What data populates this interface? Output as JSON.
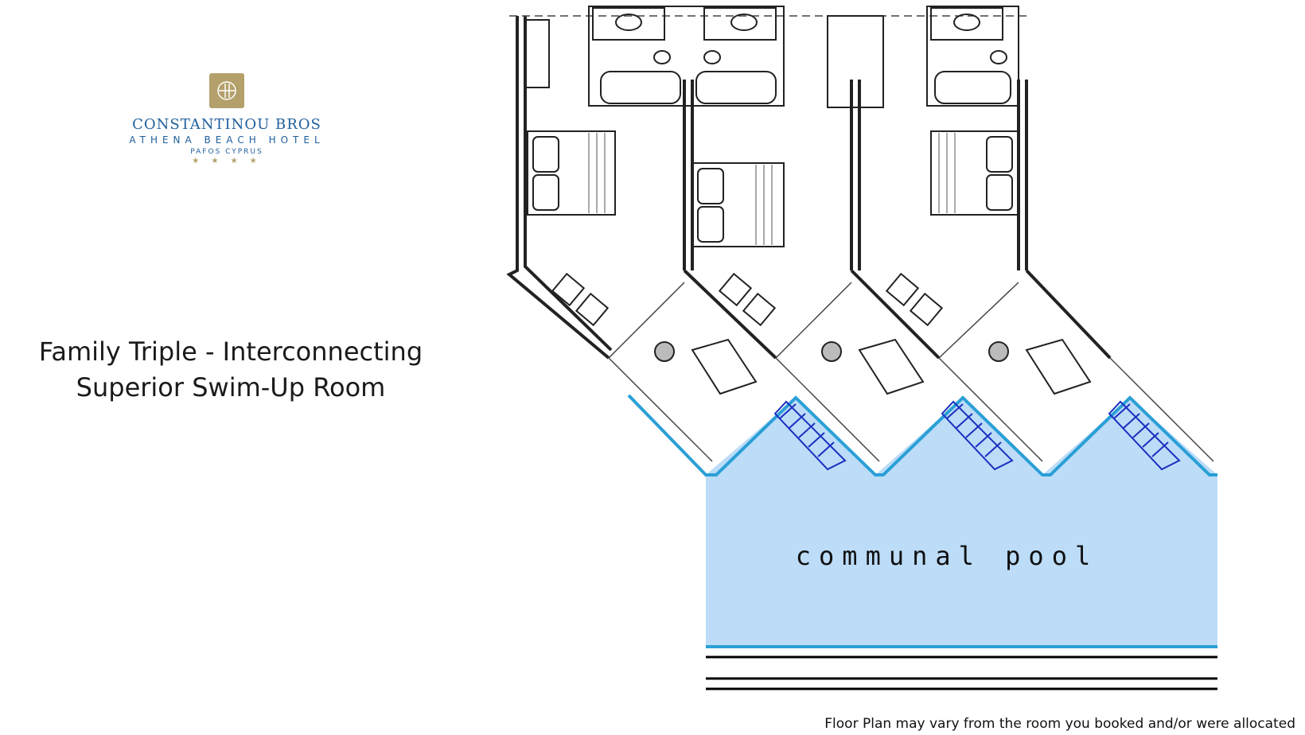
{
  "logo": {
    "brand": "CONSTANTINOU BROS",
    "hotel": "ATHENA BEACH HOTEL",
    "location": "PAFOS CYPRUS",
    "stars": "★ ★ ★ ★",
    "gold_color": "#b3a06a",
    "blue_color": "#1f5f9c"
  },
  "room": {
    "title_line1": "Family Triple - Interconnecting",
    "title_line2": "Superior Swim-Up Room"
  },
  "plan": {
    "pool_label": "communal pool",
    "pool_color": "#bcdcf8",
    "pool_edge_color": "#2a9fd6",
    "steps_color": "#1a2fbf"
  },
  "footer": {
    "disclaimer": "Floor Plan may vary from the room you booked and/or were allocated"
  }
}
